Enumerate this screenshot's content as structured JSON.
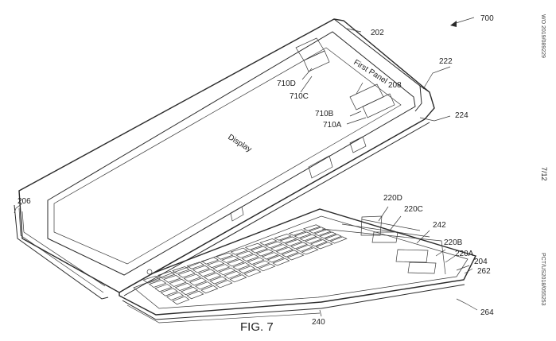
{
  "figure": {
    "caption": "FIG. 7",
    "ref_700": "700",
    "ref_202": "202",
    "ref_222": "222",
    "ref_224": "224",
    "ref_208": "208",
    "ref_206": "206",
    "ref_710D": "710D",
    "ref_710C": "710C",
    "ref_710B": "710B",
    "ref_710A": "710A",
    "ref_220D": "220D",
    "ref_220C": "220C",
    "ref_242": "242",
    "ref_220B": "220B",
    "ref_220A": "220A",
    "ref_204": "204",
    "ref_262": "262",
    "ref_264": "264",
    "ref_240": "240",
    "first_panel_label": "First Panel",
    "display_label": "Display"
  },
  "margin": {
    "wo_number": "WO 2019/089229",
    "sheet": "7/12",
    "pct_number": "PCT/US2018/055253"
  }
}
